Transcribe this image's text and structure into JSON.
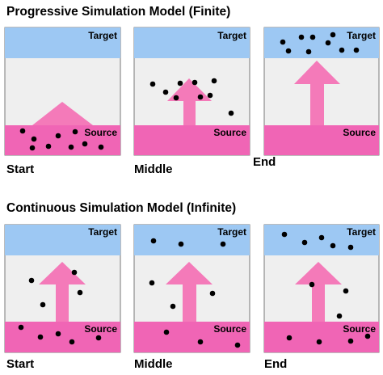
{
  "sections": [
    {
      "title": "Progressive Simulation Model (Finite)",
      "panels": [
        {
          "stage": "Start",
          "target_label": "Target",
          "source_label": "Source"
        },
        {
          "stage": "Middle",
          "target_label": "Target",
          "source_label": "Source"
        },
        {
          "stage": "End",
          "target_label": "Target",
          "source_label": "Source"
        }
      ]
    },
    {
      "title": "Continuous Simulation Model (Infinite)",
      "panels": [
        {
          "stage": "Start",
          "target_label": "Target",
          "source_label": "Source"
        },
        {
          "stage": "Middle",
          "target_label": "Target",
          "source_label": "Source"
        },
        {
          "stage": "End",
          "target_label": "Target",
          "source_label": "Source"
        }
      ]
    }
  ],
  "colors": {
    "target": "#9dc8f3",
    "source": "#f065b5",
    "background": "#efefef",
    "arrow": "#f47ab9",
    "dot": "#000000",
    "border": "#7a7a7a"
  }
}
